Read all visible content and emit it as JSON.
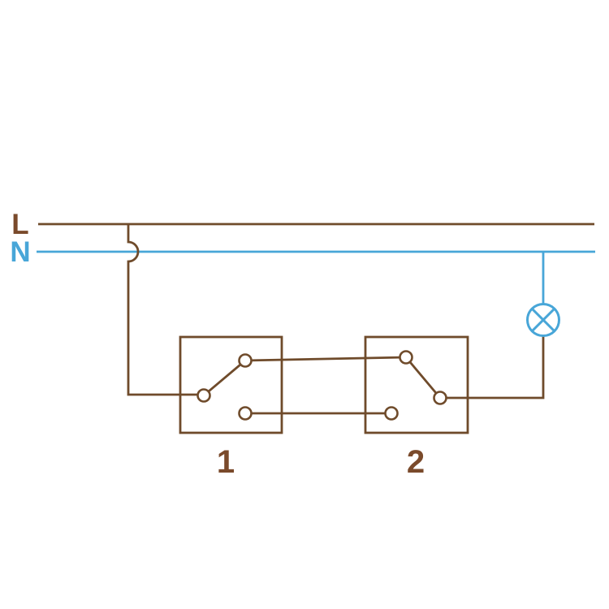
{
  "diagram": {
    "type": "electrical-wiring-schematic",
    "subject": "two two-way switches controlling one lamp",
    "background_color": "#ffffff",
    "colors": {
      "conductor_brown": "#6F4B2B",
      "label_brown": "#7A4A2B",
      "neutral_blue": "#48A6D8"
    },
    "labels": {
      "phase": "L",
      "neutral": "N",
      "switch1": "1",
      "switch2": "2"
    },
    "icons": {
      "lamp": "circle-with-cross"
    }
  }
}
